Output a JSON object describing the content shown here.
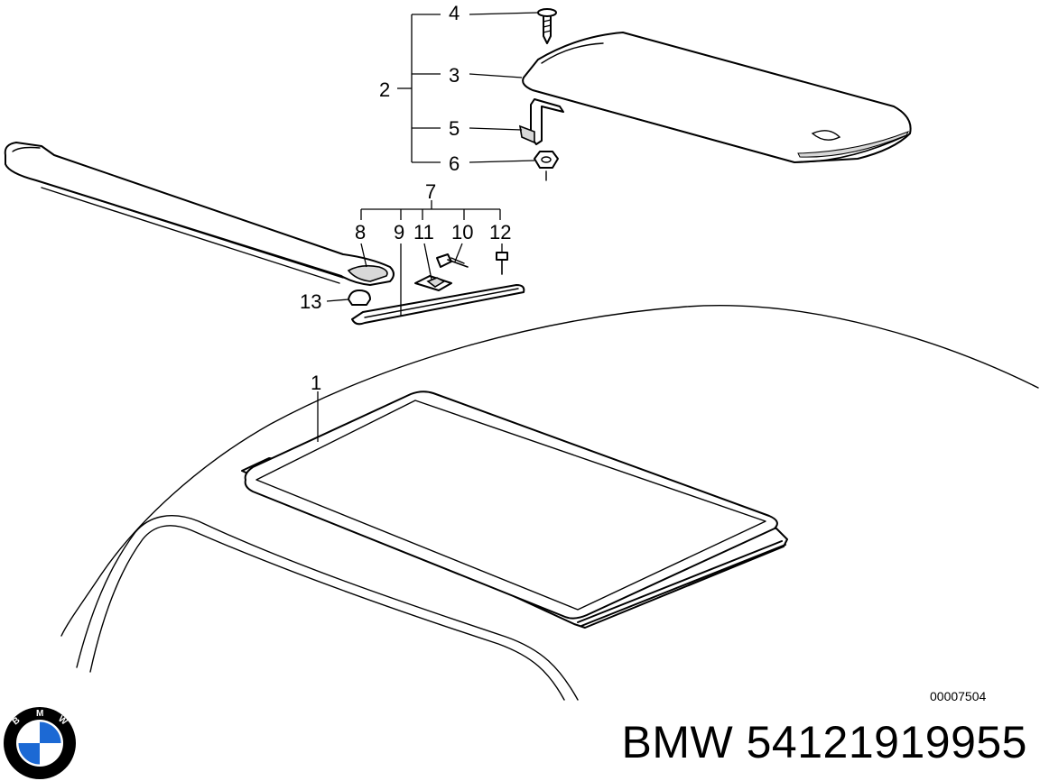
{
  "callouts": [
    "1",
    "2",
    "3",
    "4",
    "5",
    "6",
    "7",
    "8",
    "9",
    "10",
    "11",
    "12",
    "13"
  ],
  "drawing_number": "00007504",
  "footer": {
    "brand": "BMW",
    "part_number": "54121919955"
  },
  "logo": {
    "name": "bmw-roundel",
    "letters": [
      "B",
      "M",
      "W"
    ],
    "colors": {
      "blue": "#1c69d4",
      "ring": "#000000",
      "white": "#ffffff"
    }
  }
}
